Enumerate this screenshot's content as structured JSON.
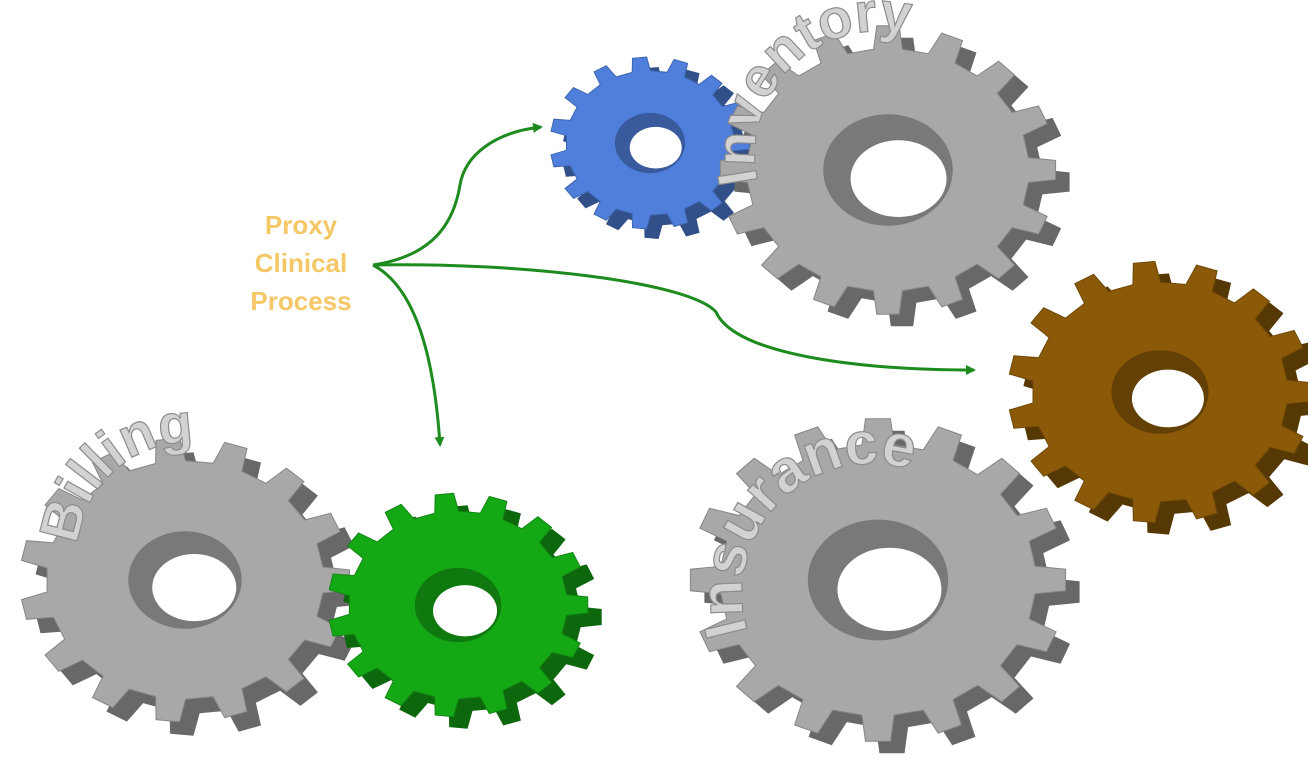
{
  "diagram": {
    "source_label": {
      "lines": [
        "Proxy",
        "Clinical",
        "Process"
      ],
      "color": "#F6C766"
    },
    "arrow_color": "#1E8B1E",
    "gears": [
      {
        "id": "billing",
        "label": "Billing",
        "color": "#A8A8A8"
      },
      {
        "id": "green",
        "label": "",
        "color": "#15A815"
      },
      {
        "id": "blue",
        "label": "",
        "color": "#4F7FDB"
      },
      {
        "id": "inventory",
        "label": "Inventory",
        "color": "#A8A8A8"
      },
      {
        "id": "insurance",
        "label": "Insurance",
        "color": "#A8A8A8"
      },
      {
        "id": "brown",
        "label": "",
        "color": "#8A5A08"
      }
    ]
  }
}
